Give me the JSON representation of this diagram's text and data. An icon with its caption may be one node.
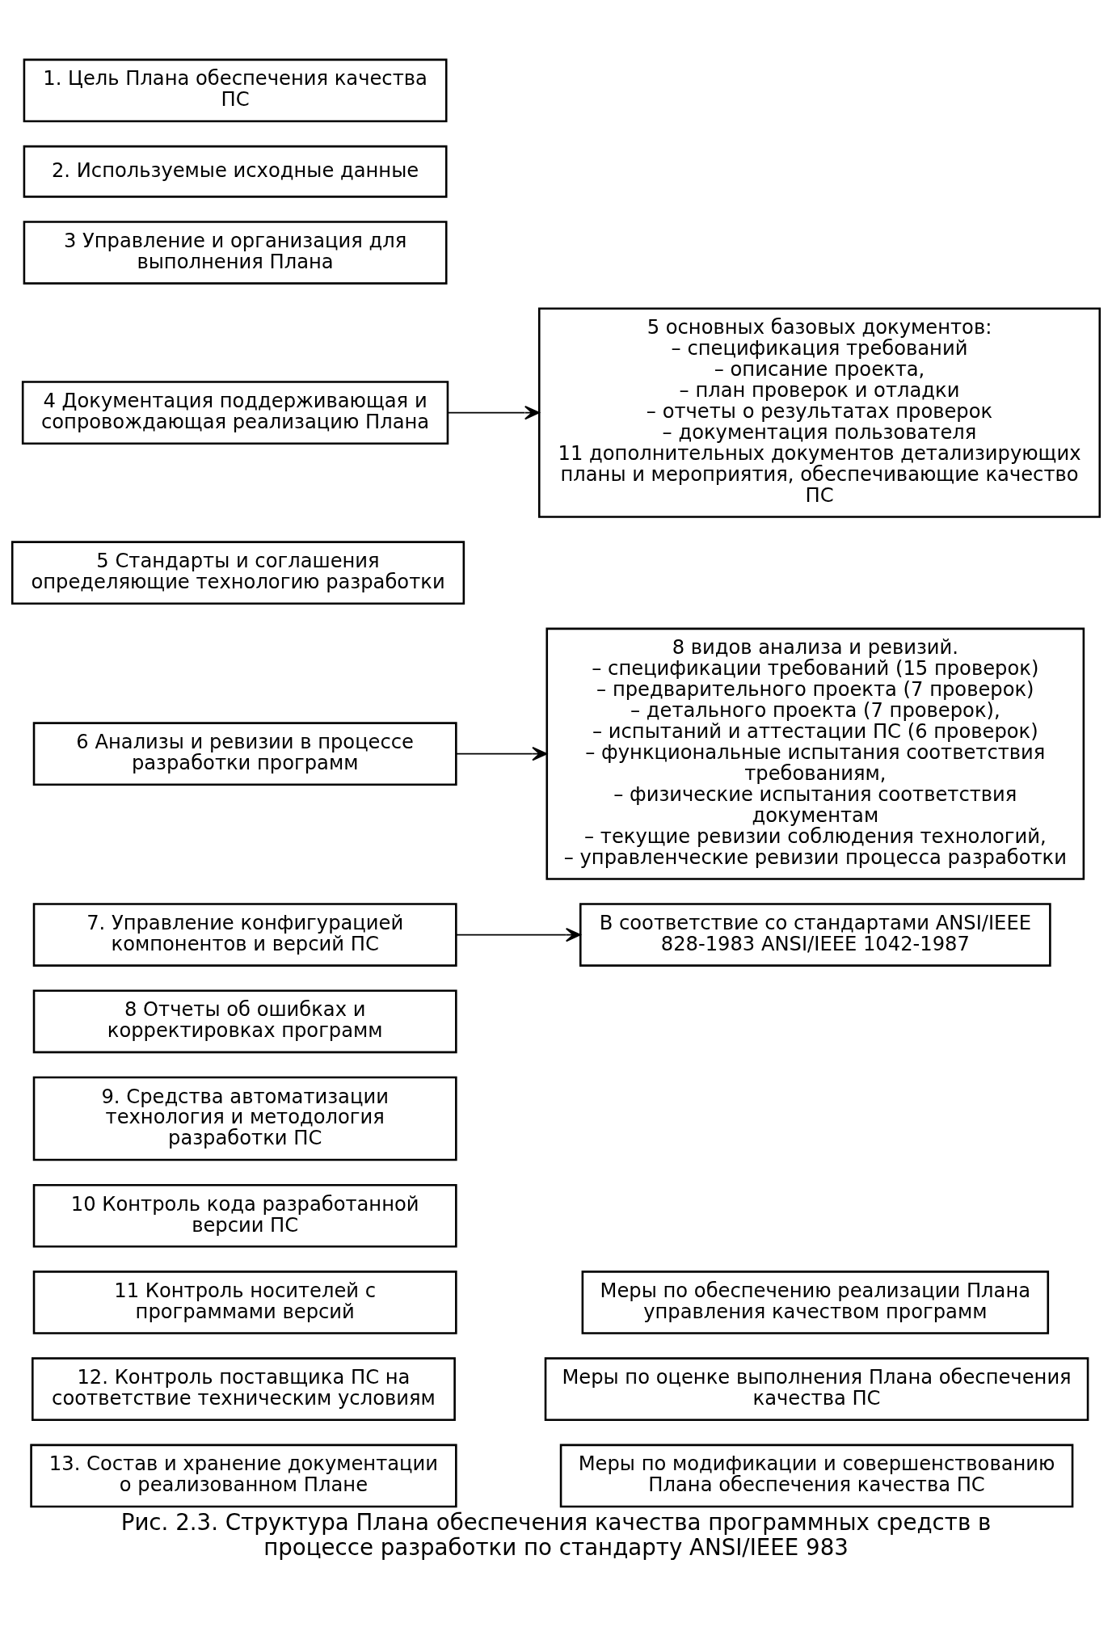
{
  "diagram": {
    "caption": "Рис. 2.3. Структура Плана обеспечения качества программных средств в процессе разработки по стандарту ANSI/IEEE 983",
    "nodes": [
      {
        "text": [
          "1. Цель Плана обеспечения качества ПС"
        ]
      },
      {
        "text": [
          "2. Используемые исходные данные"
        ]
      },
      {
        "text": [
          "3 Управление и организация для выполнения Плана"
        ]
      },
      {
        "text": [
          "4 Документация поддерживающая и сопровождающая реализацию Плана"
        ]
      },
      {
        "text": [
          "5 Стандарты и соглашения определяющие технологию разработки"
        ]
      },
      {
        "text": [
          "6 Анализы и ревизии в процессе разработки программ"
        ]
      },
      {
        "text": [
          "7. Управление конфигурацией компонентов и версий ПС"
        ]
      },
      {
        "text": [
          "8 Отчеты об ошибках и корректировках программ"
        ]
      },
      {
        "text": [
          "9. Средства автоматизации технология и методология разработки ПС"
        ]
      },
      {
        "text": [
          "10 Контроль кода разработанной версии ПС"
        ]
      },
      {
        "text": [
          "11 Контроль носителей с программами версий"
        ]
      },
      {
        "text": [
          "12. Контроль поставщика ПС на соответствие техническим условиям"
        ]
      },
      {
        "text": [
          "13. Состав и хранение документации о реализованном Плане"
        ]
      },
      {
        "text": [
          "5 основных базовых документов:",
          "– спецификация требований",
          "– описание проекта,",
          "– план проверок и отладки",
          "– отчеты о результатах проверок",
          "– документация пользователя",
          "11 дополнительных документов детализирующих планы и мероприятия, обеспечивающие качество ПС"
        ]
      },
      {
        "text": [
          "8 видов анализа и ревизий.",
          "– спецификации требований (15 проверок)",
          "– предварительного проекта (7 проверок)",
          "– детального проекта (7 проверок),",
          "– испытаний и аттестации ПС (6 проверок)",
          "– функциональные испытания соответствия требованиям,",
          "– физические испытания соответствия документам",
          "– текущие ревизии соблюдения технологий,",
          "– управленческие ревизии процесса разработки"
        ]
      },
      {
        "text": [
          "В соответствие со стандартами ANSI/IEEE 828-1983 ANSI/IEEE 1042-1987"
        ]
      },
      {
        "text": [
          "Меры по обеспечению реализации Плана управления качеством программ"
        ]
      },
      {
        "text": [
          "Меры по оценке выполнения Плана обеспечения качества ПС"
        ]
      },
      {
        "text": [
          "Меры по модификации и совершенствованию Плана обеспечения качества ПС"
        ]
      }
    ],
    "edges": [
      {
        "from": 3,
        "to": 13,
        "arrow": "to"
      },
      {
        "from": 5,
        "to": 14,
        "arrow": "to"
      },
      {
        "from": 6,
        "to": 15,
        "arrow": "to"
      }
    ]
  }
}
